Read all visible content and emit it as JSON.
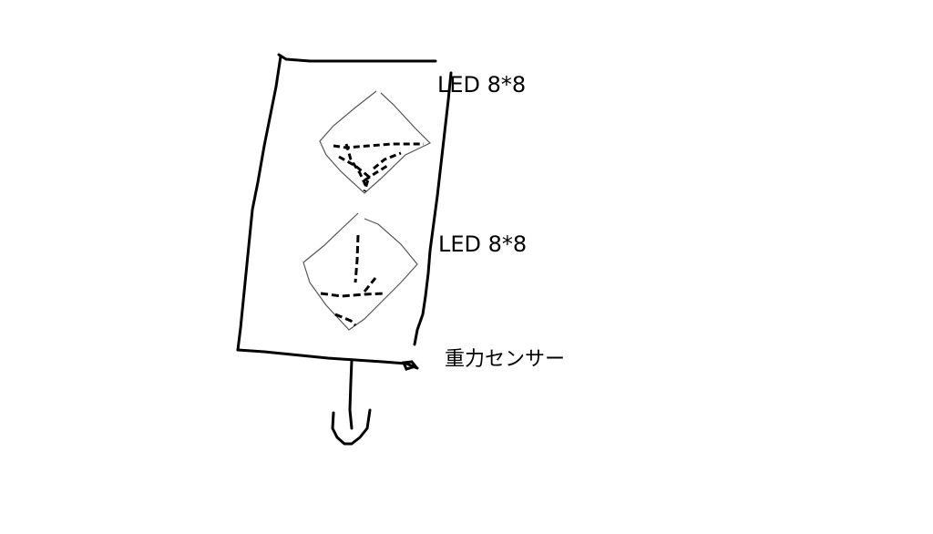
{
  "labels": {
    "led_top": "LED 8*8",
    "led_bottom": "LED 8*8",
    "gravity_sensor": "重力センサー"
  },
  "colors": {
    "background": "#ffffff",
    "ink": "#000000",
    "thin_outline": "#555555"
  }
}
